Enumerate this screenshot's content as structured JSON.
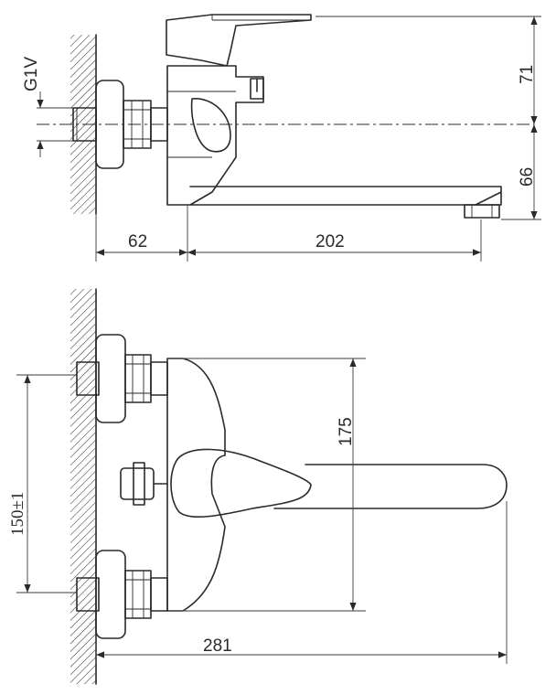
{
  "top_view": {
    "thread_label": "G1V",
    "dim_height_top": "71",
    "dim_height_bottom": "66",
    "dim_wall_offset": "62",
    "dim_spout_reach": "202"
  },
  "front_view": {
    "dim_body_height": "175",
    "dim_connection_spacing": "150±1",
    "dim_total_length": "281"
  },
  "colors": {
    "line": "#2a2a2a",
    "background": "#ffffff"
  }
}
